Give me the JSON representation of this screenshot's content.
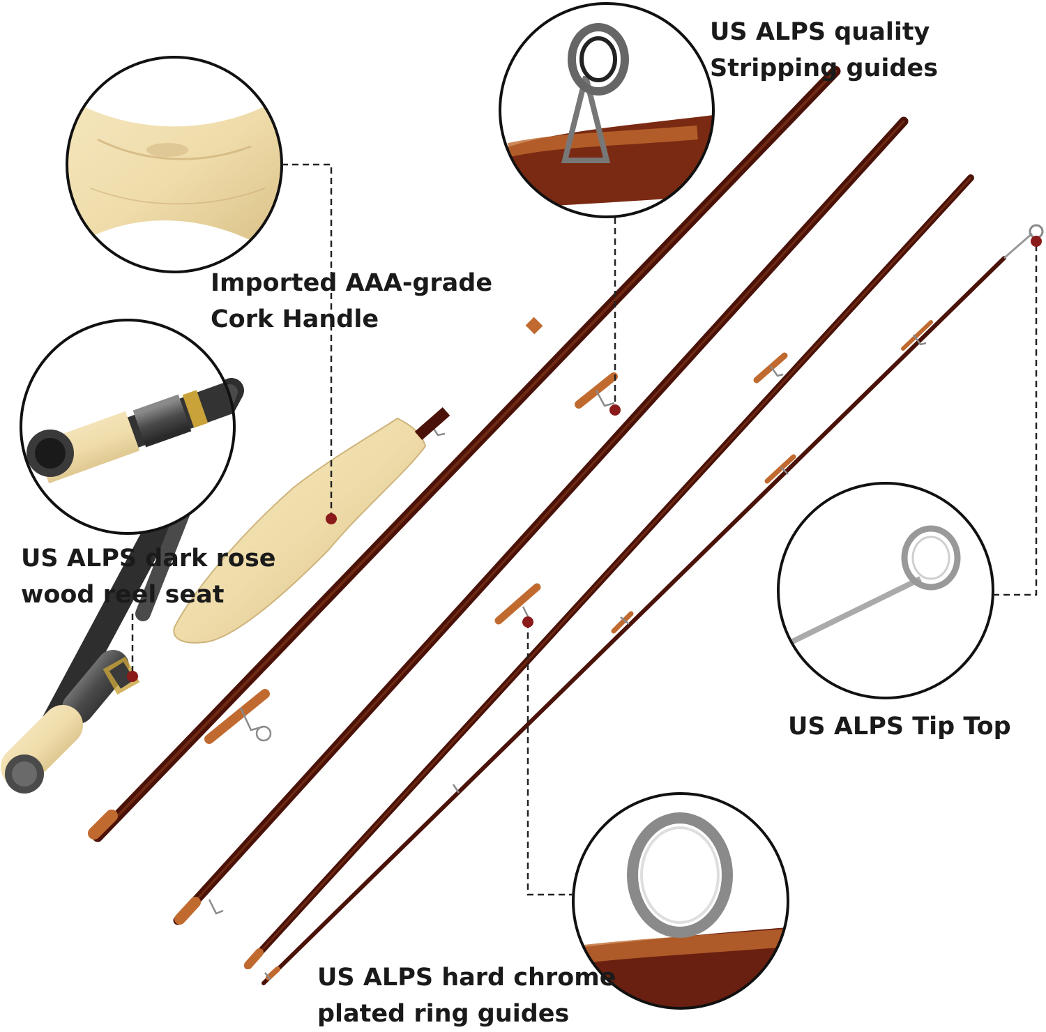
{
  "callouts": {
    "cork_handle": {
      "line1": "Imported AAA-grade",
      "line2": "Cork Handle"
    },
    "reel_seat": {
      "line1": "US ALPS dark rose",
      "line2": "wood reel seat"
    },
    "stripping_guides": {
      "line1": "US ALPS quality",
      "line2": "Stripping guides"
    },
    "tip_top": {
      "line1": "US ALPS Tip Top"
    },
    "ring_guides": {
      "line1": "US ALPS hard chrome",
      "line2": "plated ring guides"
    }
  },
  "colors": {
    "rod_blank": "#5a1a0c",
    "rod_highlight": "#8a3a1a",
    "wrap": "#c06a30",
    "cork": "#efdcaa",
    "metal": "#5a5a5a",
    "marker_dot": "#8b1a1a",
    "leader_line": "#222222"
  }
}
